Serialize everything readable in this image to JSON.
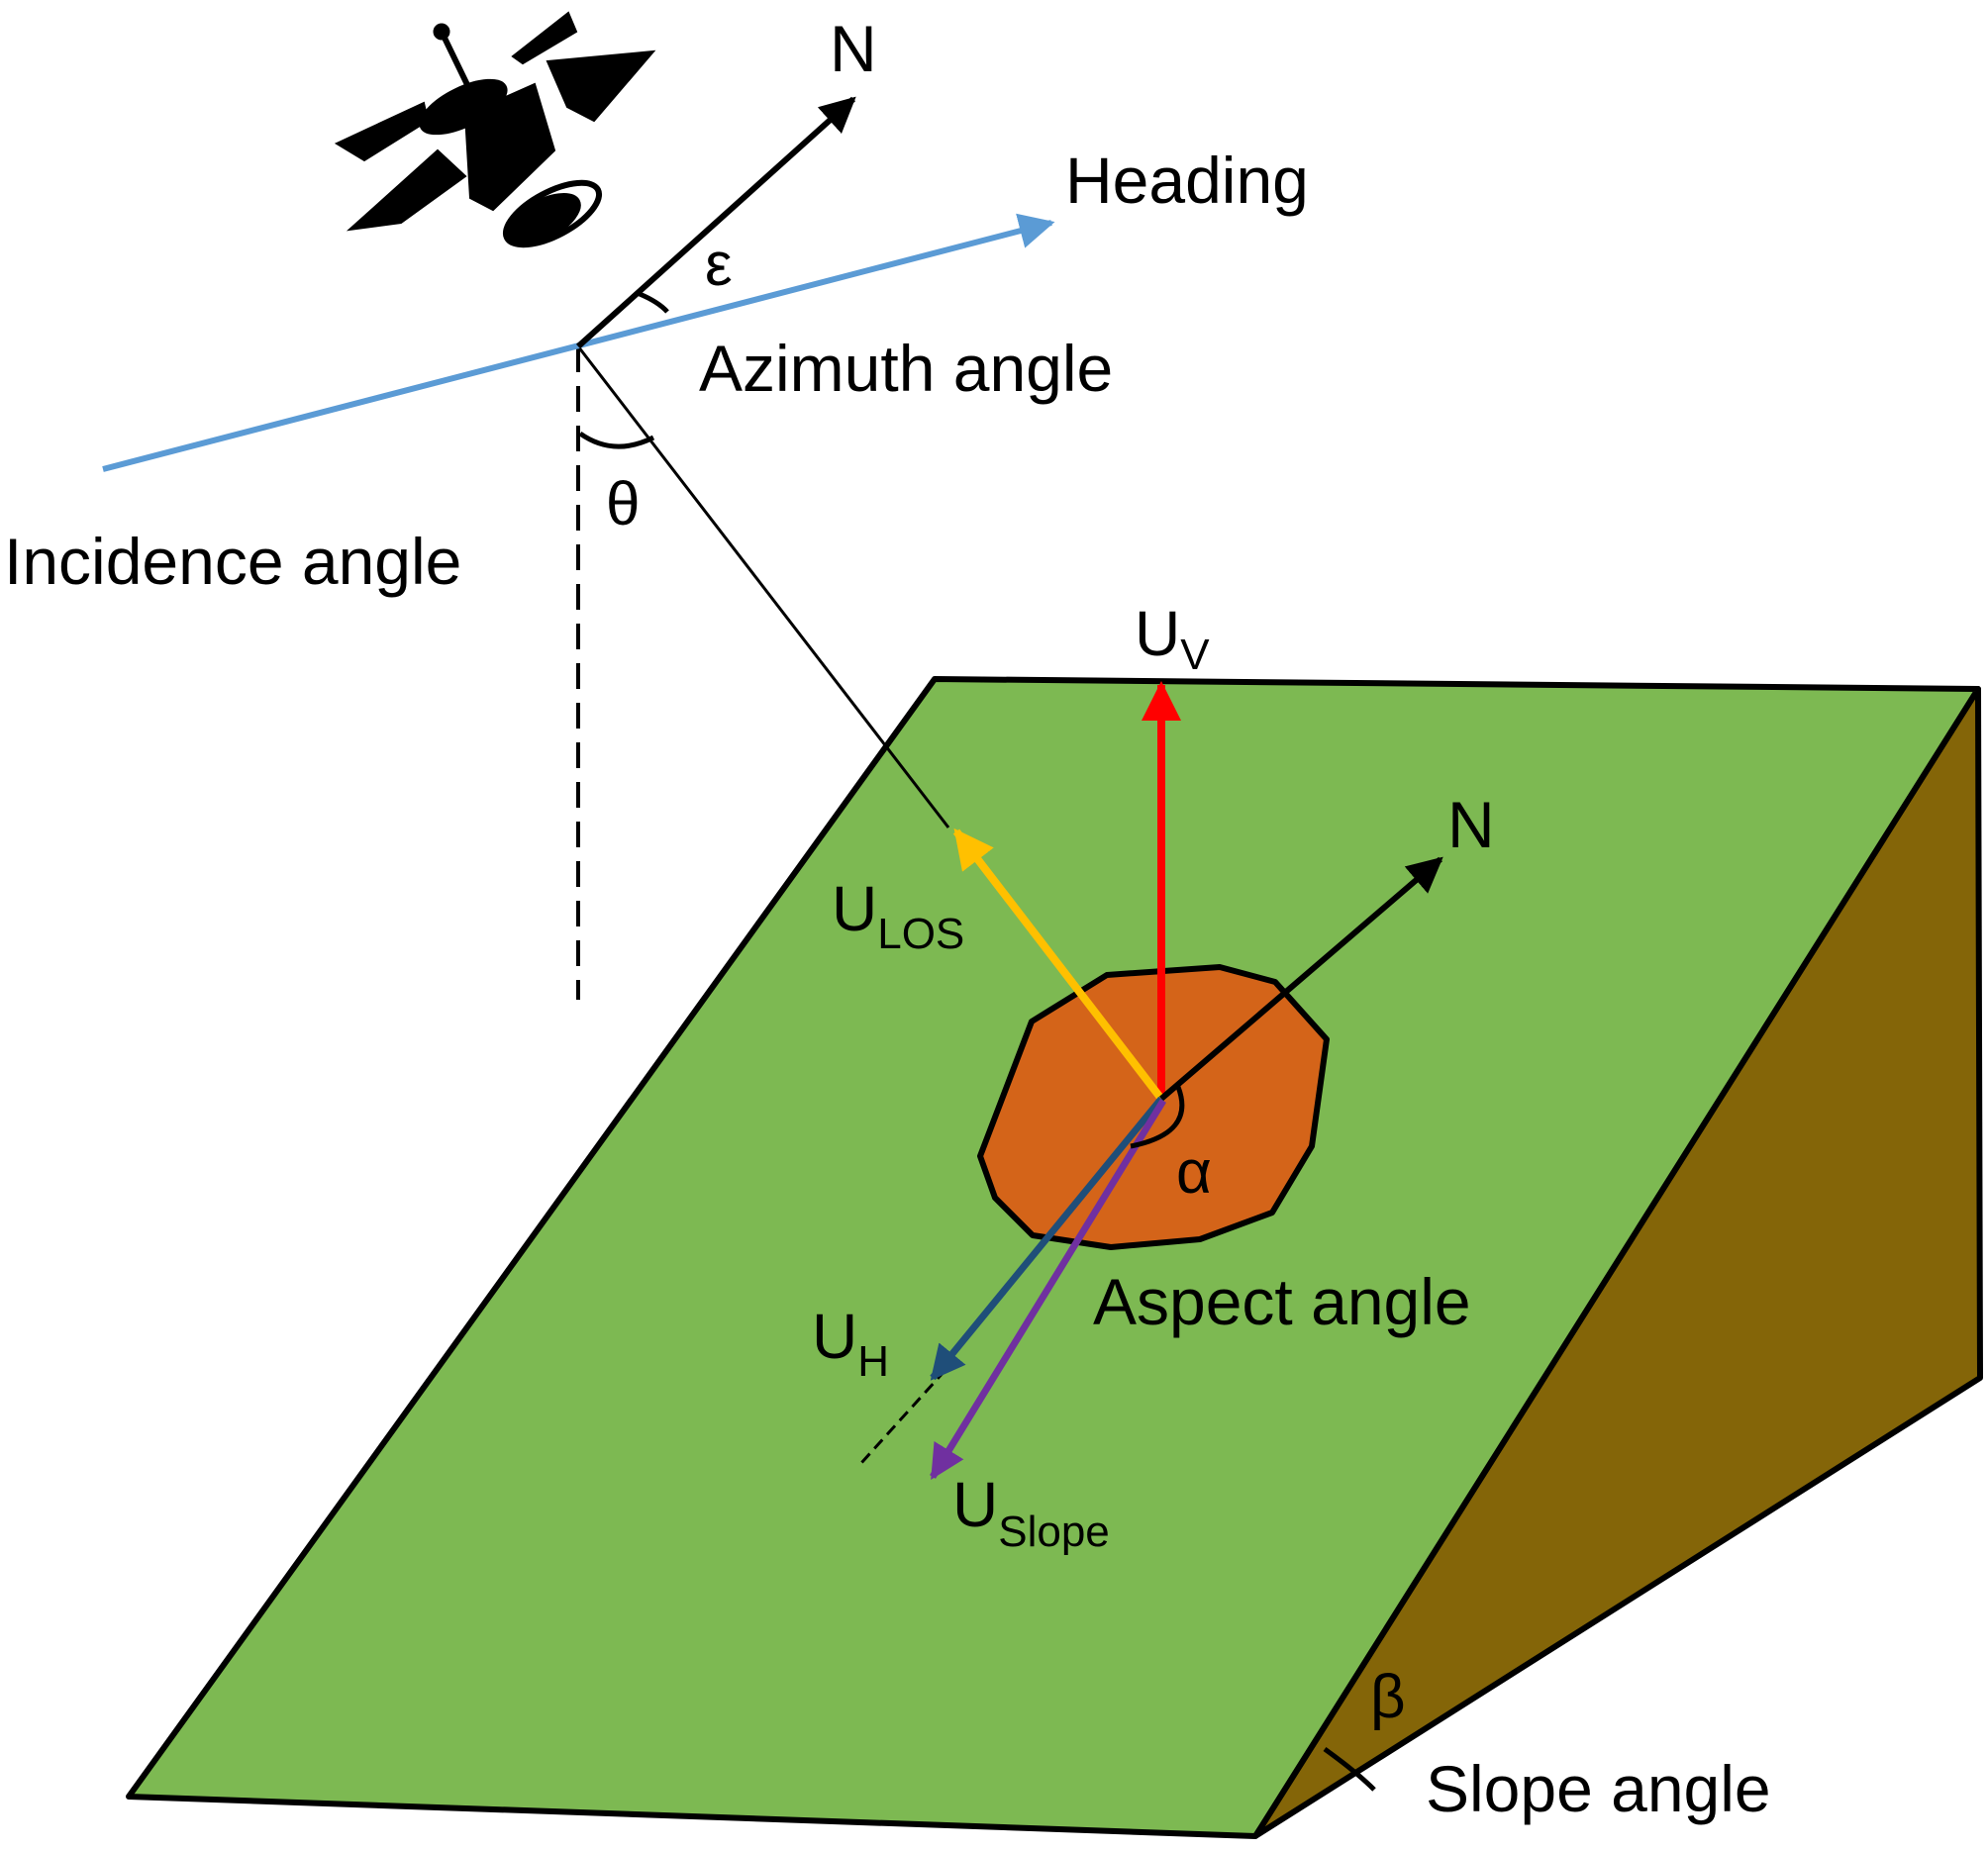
{
  "labels": {
    "north_top": "N",
    "heading": "Heading",
    "epsilon": "ε",
    "azimuth_angle": "Azimuth angle",
    "theta": "θ",
    "incidence_angle": "Incidence angle",
    "uv_main": "U",
    "uv_sub": "V",
    "north_ground": "N",
    "ulos_main": "U",
    "ulos_sub": "LOS",
    "alpha": "α",
    "aspect_angle": "Aspect angle",
    "uh_main": "U",
    "uh_sub": "H",
    "uslope_main": "U",
    "uslope_sub": "Slope",
    "beta": "β",
    "slope_angle": "Slope angle"
  },
  "colors": {
    "slope_face": "#7db952",
    "side_face": "#846508",
    "landslide": "#d46419",
    "heading": "#5b9bd5",
    "uv": "#ff0000",
    "ulos": "#ffc000",
    "uh": "#1f4e79",
    "uslope": "#7030a0",
    "black": "#000000"
  }
}
